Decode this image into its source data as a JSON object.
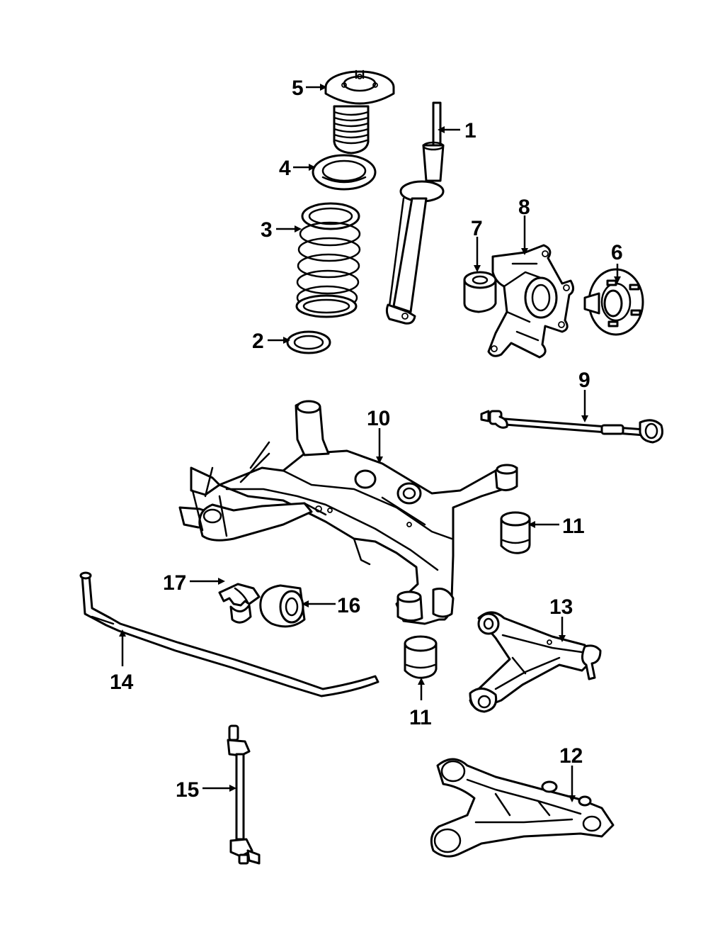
{
  "callouts": [
    {
      "id": "1",
      "part": "shock-absorber"
    },
    {
      "id": "2",
      "part": "spring-insulator-lower"
    },
    {
      "id": "3",
      "part": "coil-spring"
    },
    {
      "id": "4",
      "part": "spring-seat-upper"
    },
    {
      "id": "5",
      "part": "strut-mount"
    },
    {
      "id": "6",
      "part": "hub-and-bearing"
    },
    {
      "id": "7",
      "part": "knuckle-bushing"
    },
    {
      "id": "8",
      "part": "knuckle"
    },
    {
      "id": "9",
      "part": "toe-link"
    },
    {
      "id": "10",
      "part": "crossmember"
    },
    {
      "id": "11",
      "part": "crossmember-bushing"
    },
    {
      "id": "12",
      "part": "lower-control-arm"
    },
    {
      "id": "13",
      "part": "upper-control-arm"
    },
    {
      "id": "14",
      "part": "stabilizer-bar"
    },
    {
      "id": "15",
      "part": "stabilizer-link"
    },
    {
      "id": "16",
      "part": "stabilizer-bushing"
    },
    {
      "id": "17",
      "part": "stabilizer-bracket"
    }
  ],
  "labels": {
    "c1": "1",
    "c2": "2",
    "c3": "3",
    "c4": "4",
    "c5": "5",
    "c6": "6",
    "c7": "7",
    "c8": "8",
    "c9": "9",
    "c10": "10",
    "c11a": "11",
    "c11b": "11",
    "c12": "12",
    "c13": "13",
    "c14": "14",
    "c15": "15",
    "c16": "16",
    "c17": "17"
  },
  "colors": {
    "line": "#000000",
    "background": "#ffffff"
  }
}
